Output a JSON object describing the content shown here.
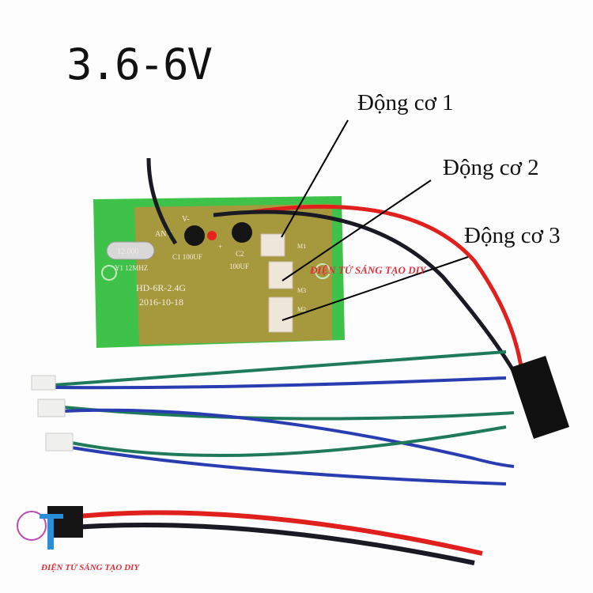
{
  "voltage_label": "3.6-6V",
  "motor_labels": [
    "Động cơ 1",
    "Động cơ 2",
    "Động cơ 3"
  ],
  "pcb": {
    "model": "HD-6R-2.4G",
    "date": "2016-10-18",
    "c1": "C1 100UF",
    "c2": "C2",
    "c2_value": "100UF",
    "crystal": "Y1 12MHZ",
    "crystal_marking": "12.000",
    "ant": "ANT",
    "v_minus": "V-",
    "plus": "+",
    "m1": "M1",
    "m2": "M2",
    "m3": "M3"
  },
  "watermark": "ĐIỆN TỬ SÁNG TẠO DIY",
  "colors": {
    "pcb_green": "#3fc24a",
    "copper": "#c98a3a",
    "wire_red": "#e0201c",
    "wire_black": "#1a1a24",
    "wire_blue": "#2a3db0",
    "wire_green": "#1f7a5a",
    "watermark": "#e0303a"
  }
}
